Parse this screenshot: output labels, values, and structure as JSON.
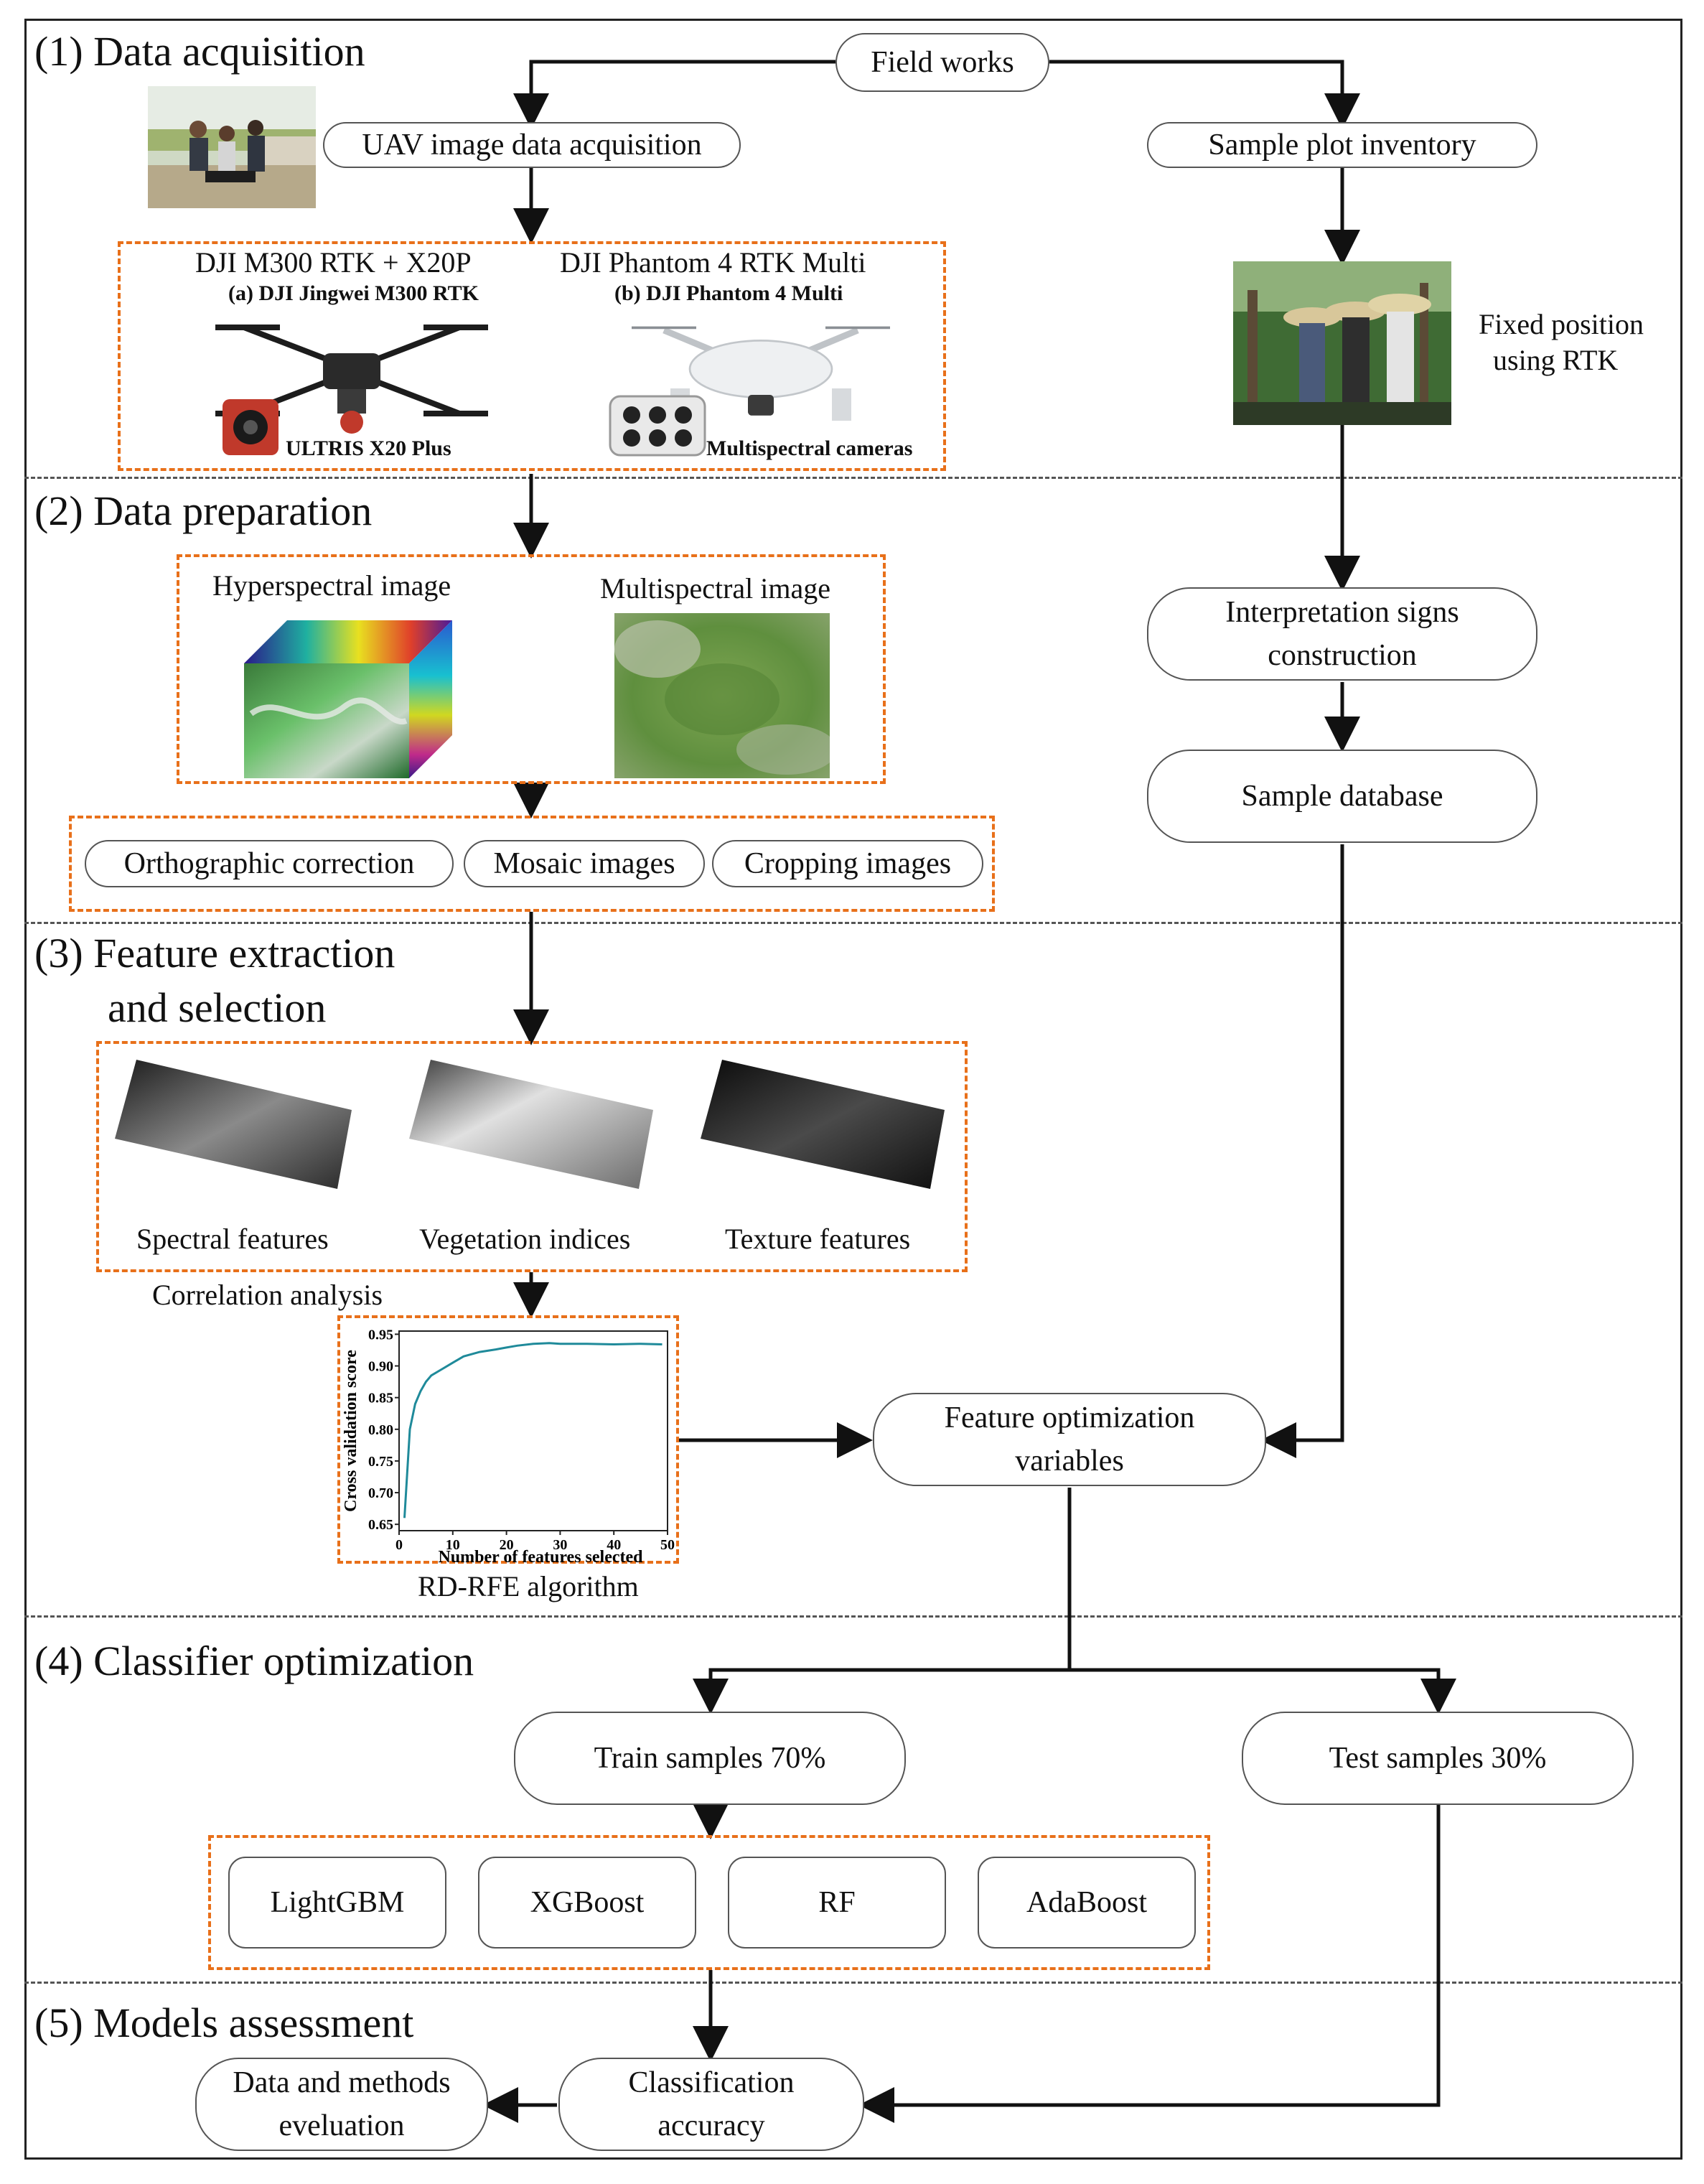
{
  "sections": {
    "s1": "(1) Data acquisition",
    "s2": "(2) Data preparation",
    "s3a": "(3) Feature extraction",
    "s3b": "and selection",
    "s4": "(4) Classifier optimization",
    "s5": "(5) Models assessment"
  },
  "nodes": {
    "field_works": "Field works",
    "uav": "UAV image data acquisition",
    "sample_plot": "Sample plot inventory",
    "fixed_position_1": "Fixed position",
    "fixed_position_2": "using RTK",
    "interp_1": "Interpretation signs",
    "interp_2": "construction",
    "sample_db": "Sample database",
    "ortho": "Orthographic correction",
    "mosaic": "Mosaic images",
    "cropping": "Cropping images",
    "feat_opt_1": "Feature optimization",
    "feat_opt_2": "variables",
    "train": "Train samples 70%",
    "test": "Test samples 30%",
    "lightgbm": "LightGBM",
    "xgboost": "XGBoost",
    "rf": "RF",
    "adaboost": "AdaBoost",
    "class_acc_1": "Classification",
    "class_acc_2": "accuracy",
    "data_eval_1": "Data and methods",
    "data_eval_2": "eveluation"
  },
  "labels": {
    "dji_m300": "DJI M300 RTK + X20P",
    "dji_m300_sub": "(a) DJI Jingwei M300 RTK",
    "dji_p4": "DJI Phantom 4 RTK Multi",
    "dji_p4_sub": "(b) DJI  Phantom 4 Multi",
    "ultris": "ULTRIS X20 Plus",
    "multispectral_cams": "Multispectral cameras",
    "hyperspectral": "Hyperspectral image",
    "multispectral": "Multispectral image",
    "spectral": "Spectral features",
    "vegetation": "Vegetation indices",
    "texture": "Texture features",
    "correlation": "Correlation analysis",
    "rdrfe": "RD-RFE algorithm"
  },
  "chart_data": {
    "type": "line",
    "xlabel": "Number of features selected",
    "ylabel": "Cross validation score",
    "xlim": [
      0,
      50
    ],
    "ylim": [
      0.64,
      0.955
    ],
    "xticks": [
      0,
      10,
      20,
      30,
      40,
      50
    ],
    "yticks": [
      0.65,
      0.7,
      0.75,
      0.8,
      0.85,
      0.9,
      0.95
    ],
    "grid": false,
    "color": "#1f8a9a",
    "x": [
      1,
      2,
      3,
      4,
      5,
      6,
      8,
      10,
      12,
      15,
      18,
      20,
      22,
      25,
      28,
      30,
      35,
      40,
      45,
      49
    ],
    "y": [
      0.66,
      0.8,
      0.84,
      0.86,
      0.875,
      0.885,
      0.895,
      0.905,
      0.915,
      0.922,
      0.926,
      0.929,
      0.932,
      0.935,
      0.936,
      0.935,
      0.935,
      0.934,
      0.935,
      0.934
    ]
  },
  "colors": {
    "accent": "#e8701a",
    "line": "#111111",
    "chart_line": "#1f8a9a"
  }
}
